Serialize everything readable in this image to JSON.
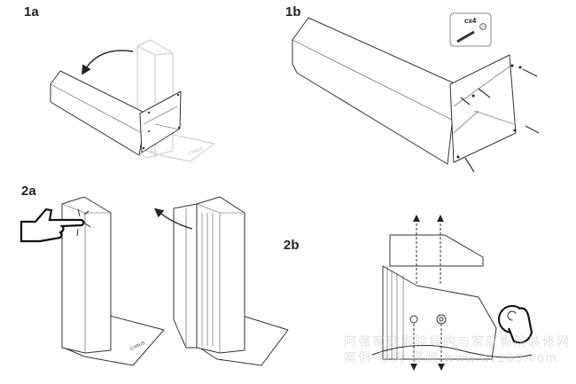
{
  "steps": {
    "s1a": {
      "label": "1a"
    },
    "s1b": {
      "label": "1b",
      "parts_box": {
        "quantity": "cx4"
      }
    },
    "s2a": {
      "label": "2a"
    },
    "s2b": {
      "label": "2b"
    }
  },
  "logo_text": "CYRUS",
  "watermark": {
    "line1": "阿强家庭影院导购与家庭影院装修网",
    "line2": "案例 导购 评测 www.av269.com"
  },
  "colors": {
    "line": "#333333",
    "ghost": "#c8c8c8"
  }
}
